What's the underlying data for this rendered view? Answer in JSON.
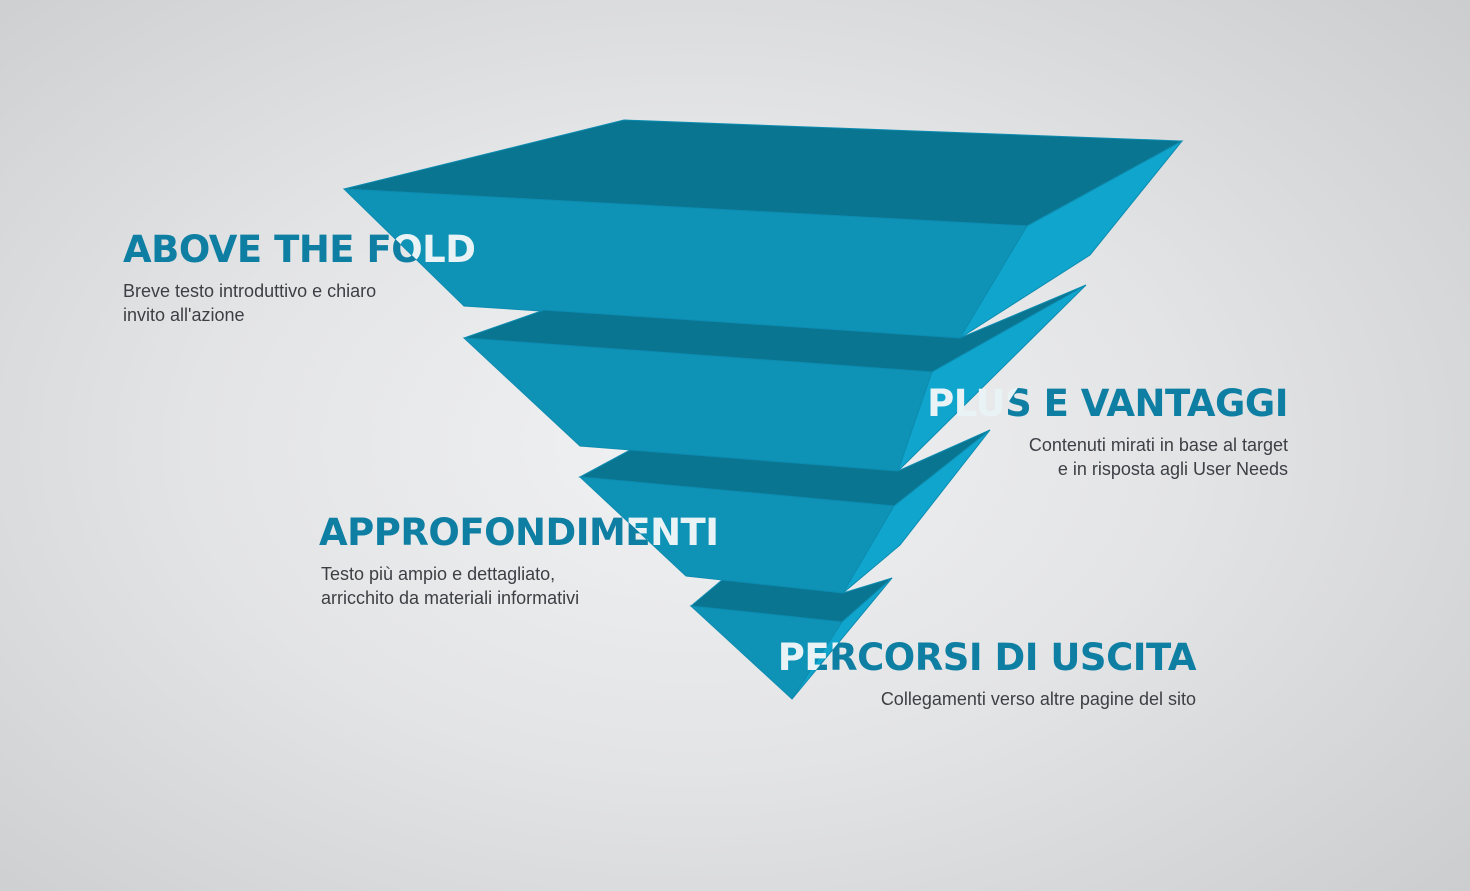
{
  "colors": {
    "top_face": "#0a7591",
    "front_face": "#0e92b5",
    "side_face": "#10a5cd",
    "edge": "#0d8cb0",
    "title_on_background": "#0e7fa3",
    "title_on_shape": "#e9f3f6",
    "description": "#3c3f44"
  },
  "funnel": {
    "layers": 4,
    "shape": "inverted-3d-pyramid-sliced"
  },
  "sections": [
    {
      "title": "ABOVE THE FOLD",
      "description_lines": [
        "Breve testo introduttivo e chiaro",
        "invito all'azione"
      ]
    },
    {
      "title": "PLUS E VANTAGGI",
      "description_lines": [
        "Contenuti mirati in base al target",
        "e in risposta agli User Needs"
      ]
    },
    {
      "title": "APPROFONDIMENTI",
      "description_lines": [
        "Testo più ampio e dettagliato,",
        "arricchito da materiali informativi"
      ]
    },
    {
      "title": "PERCORSI DI USCITA",
      "description_lines": [
        "Collegamenti verso altre pagine del sito"
      ]
    }
  ]
}
